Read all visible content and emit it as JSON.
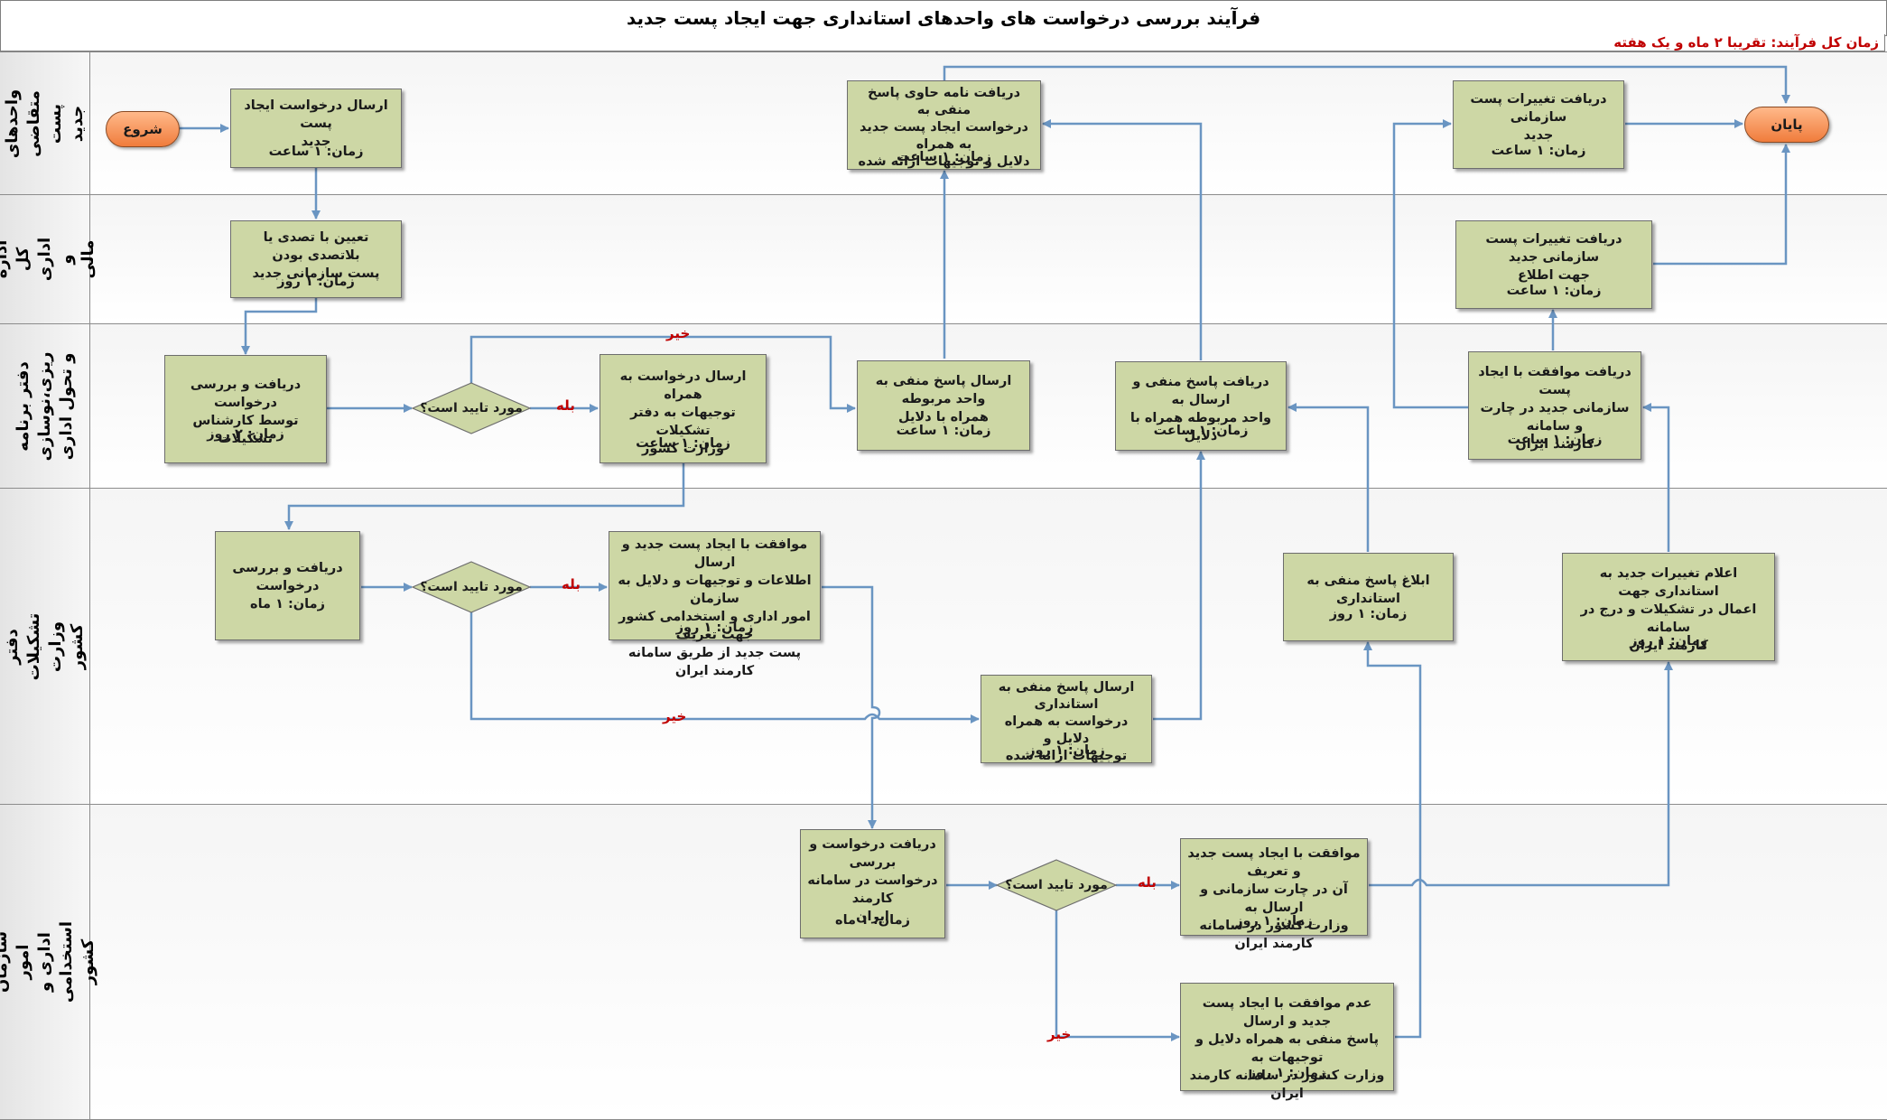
{
  "title": "فرآیند بررسی درخواست های واحدهای استانداری جهت ایجاد پست جدید",
  "duration": "زمان کل فرآیند: تقریبا ۲ ماه  و یک هفته",
  "lanes": [
    "واحدهای متقاضی\nپست جدید",
    "اداره کل اداری و\nمالی",
    "دفتر برنامه ریزی،نوسازی\nو تحول اداری",
    "دفتر تشکیلات وزارت کشور",
    "سازمان امور اداری و استخدامی کشور"
  ],
  "terminals": {
    "start": "شروع",
    "end": "پایان"
  },
  "boxes": {
    "b1": {
      "text": "ارسال درخواست ایجاد پست\nجدید",
      "time": "زمان: ۱ ساعت"
    },
    "b2": {
      "text": "تعیین با تصدی یا بلاتصدی بودن\nپست سازمانی جدید",
      "time": "زمان: ۱ روز"
    },
    "b3": {
      "text": "دریافت و بررسی درخواست\nتوسط کارشناس تشکیلات",
      "time": "زمان: ۲ روز"
    },
    "b4": {
      "text": "ارسال درخواست به همراه\nتوجیهات به دفتر تشکیلات\nوزارت کشور",
      "time": "زمان: ۱ ساعت"
    },
    "b5": {
      "text": "ارسال پاسخ منفی به واحد مربوطه\nهمراه با دلایل",
      "time": "زمان: ۱ ساعت"
    },
    "b6": {
      "text": "دریافت نامه حاوی پاسخ منفی به\nدرخواست ایجاد پست جدید به همراه\nدلایل و توجیهات ارائه شده",
      "time": "زمان: ۱ ساعت"
    },
    "b7": {
      "text": "دریافت پاسخ منفی و ارسال به\nواحد مربوطه همراه با دلایل",
      "time": "زمان: ۱ ساعت"
    },
    "b8": {
      "text": "دریافت تغییرات پست سازمانی\nجدید",
      "time": "زمان: ۱ ساعت"
    },
    "b9": {
      "text": "دریافت تغییرات پست سازمانی جدید\nجهت اطلاع",
      "time": "زمان: ۱ ساعت"
    },
    "b10": {
      "text": "دریافت موافقت با ایجاد پست\nسازمانی جدید در چارت و سامانه\nکارمند ایران",
      "time": "زمان: ۱ ساعت"
    },
    "b11": {
      "text": "دریافت و بررسی درخواست",
      "time": "زمان: ۱ ماه"
    },
    "b12": {
      "text": "موافقت با ایجاد پست جدید و ارسال\nاطلاعات و توجیهات و دلایل به سازمان\nامور اداری و استخدامی کشور جهت تعریف\nپست جدید از طریق سامانه کارمند ایران",
      "time": "زمان: ۱ روز"
    },
    "b13": {
      "text": "ارسال پاسخ منفی به استانداری\nدرخواست  به همراه دلایل و\nتوجیهات ارائه شده",
      "time": "زمان: ۱ روز"
    },
    "b14": {
      "text": "ابلاغ پاسخ منفی به استانداری",
      "time": "زمان: ۱ روز"
    },
    "b15": {
      "text": "اعلام تغییرات جدید به استانداری جهت\nاعمال در تشکیلات و درج در سامانه\nکارمند ایران",
      "time": "زمان: ۱ روز"
    },
    "b16": {
      "text": "دریافت درخواست و بررسی\nدرخواست در سامانه کارمند\nایران",
      "time": "زمان: ۱ ماه"
    },
    "b17": {
      "text": "موافقت با ایجاد پست جدید و تعریف\nآن در چارت سازمانی و  ارسال به\nوزارت کشور در سامانه کارمند ایران",
      "time": "زمان: ۱ روز"
    },
    "b18": {
      "text": "عدم موافقت با ایجاد پست جدید و  ارسال\nپاسخ منفی به همراه دلایل و توجیهات به\nوزارت کشور در سامانه کارمند ایران",
      "time": "زمان: ۱ روز"
    }
  },
  "decisions": {
    "question": "مورد تایید است؟"
  },
  "conditions": {
    "yes": "بله",
    "no": "خیر"
  },
  "colors": {
    "box_fill": "#cdd7a5",
    "terminal_fill": "#f07c3c",
    "connector": "#6a95c2",
    "condition_text": "#c00000",
    "title_red": "#c00000"
  }
}
